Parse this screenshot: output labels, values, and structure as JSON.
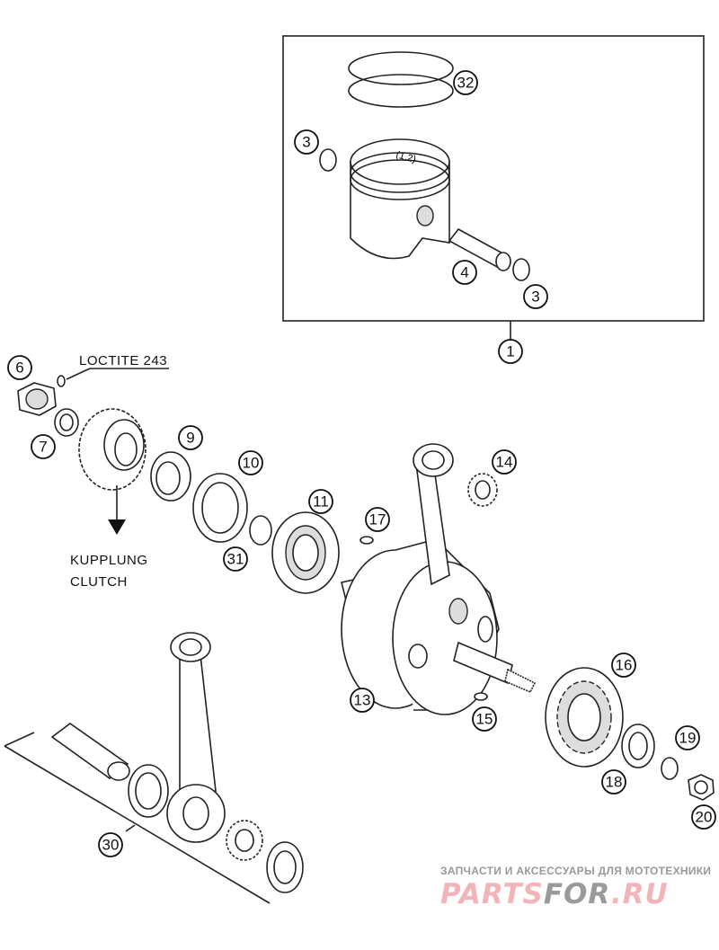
{
  "callouts": {
    "c32": "32",
    "c3a": "3",
    "c4": "4",
    "c3b": "3",
    "c1": "1",
    "c6": "6",
    "c7": "7",
    "c9": "9",
    "c10": "10",
    "c11": "11",
    "c17": "17",
    "c31": "31",
    "c14": "14",
    "c13": "13",
    "c15": "15",
    "c16": "16",
    "c19": "19",
    "c18": "18",
    "c20": "20",
    "c30": "30"
  },
  "piston_marking": "(1,2)",
  "notes": {
    "loctite": "LOCTITE 243",
    "clutch_de": "KUPPLUNG",
    "clutch_en": "CLUTCH"
  },
  "watermark": {
    "subtitle": "ЗАПЧАСТИ И АКСЕССУАРЫ ДЛЯ МОТОТЕХНИКИ",
    "part1": "PARTS",
    "part2": "FOR",
    "part3": ".RU"
  }
}
